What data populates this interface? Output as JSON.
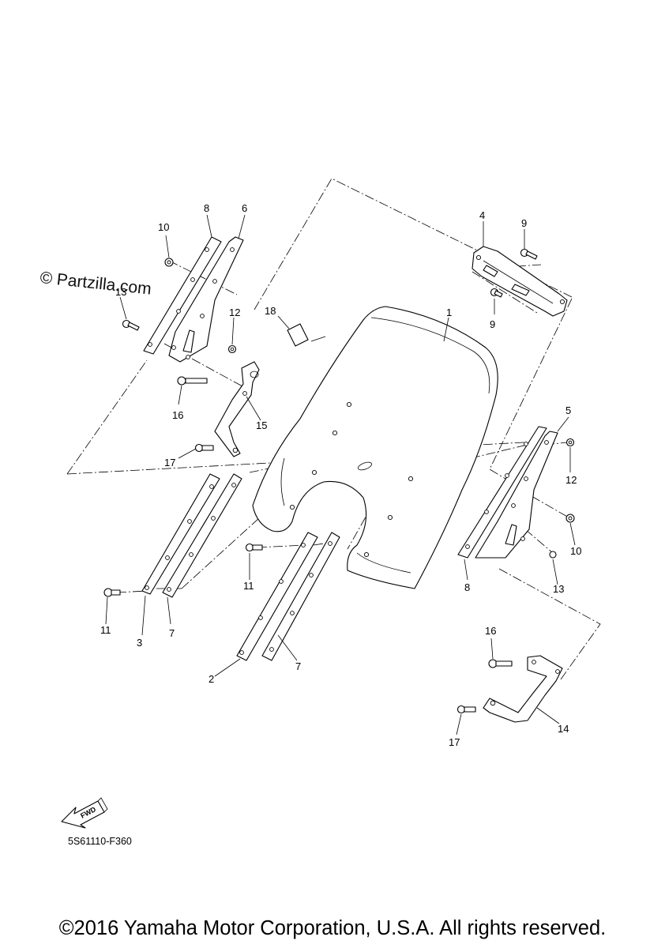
{
  "watermark": "© Partzilla.com",
  "diagram_code": "5S61110-F360",
  "fwd_label": "FWD",
  "copyright": "©2016 Yamaha Motor Corporation, U.S.A. All rights reserved.",
  "callouts": {
    "c1": "1",
    "c2": "2",
    "c3": "3",
    "c4": "4",
    "c5": "5",
    "c6": "6",
    "c7a": "7",
    "c7b": "7",
    "c8a": "8",
    "c8b": "8",
    "c9a": "9",
    "c9b": "9",
    "c10a": "10",
    "c10b": "10",
    "c11a": "11",
    "c11b": "11",
    "c12a": "12",
    "c12b": "12",
    "c13a": "13",
    "c13b": "13",
    "c14": "14",
    "c15": "15",
    "c16a": "16",
    "c16b": "16",
    "c17a": "17",
    "c17b": "17",
    "c18": "18"
  }
}
